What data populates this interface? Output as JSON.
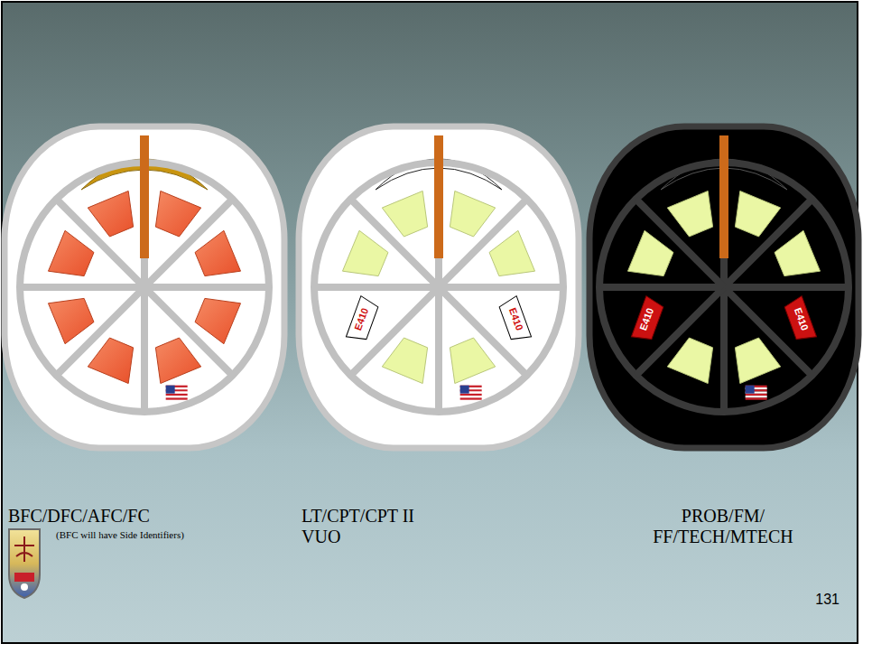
{
  "diagram": {
    "nodes": [
      {
        "text": [
          "E410"
        ]
      },
      {
        "text": [
          "E410"
        ]
      },
      {
        "text": [
          "E410"
        ]
      },
      {
        "text": [
          "E410"
        ]
      }
    ],
    "labels": [
      "BFC/DFC/AFC/FC",
      "(BFC will have Side Identifiers)",
      "LT/CPT/CPT II VUO",
      "PROB/FM/ FF/TECH/MTECH",
      "131"
    ]
  }
}
